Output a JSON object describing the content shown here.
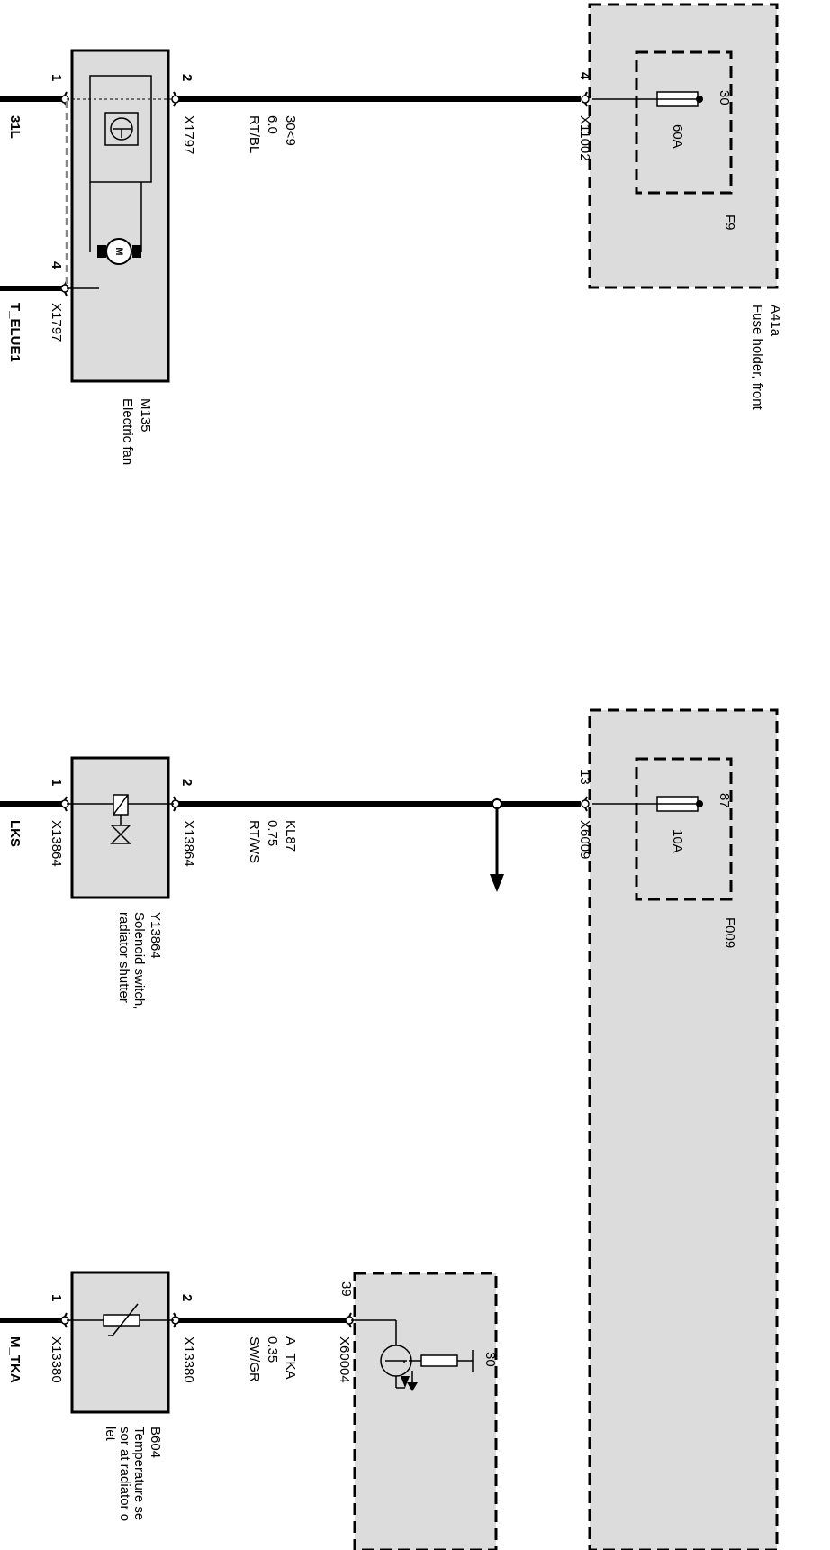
{
  "diagram": {
    "fan": {
      "ground_signal": "31L",
      "pin_left": "1",
      "pin_right": "2",
      "pin_bottom": "4",
      "connector_top": "X1797",
      "connector_bottom": "X1797",
      "control_signal": "T_ELUE1",
      "component_id": "M135",
      "component_name": "Electric fan",
      "wire_id": "30<9",
      "wire_size": "6.0",
      "wire_color": "RT/BL",
      "motor_symbol": "M"
    },
    "fuse_holder": {
      "pin": "4",
      "connector": "X11002",
      "terminal": "30",
      "rating": "60A",
      "fuse_id": "F9",
      "component_id": "A41a",
      "component_name": "Fuse holder, front"
    },
    "solenoid": {
      "ground_signal": "LKS",
      "pin_left": "1",
      "pin_right": "2",
      "connector_left": "X13864",
      "connector_right": "X13864",
      "component_id": "Y13864",
      "name_line1": "Solenoid switch,",
      "name_line2": "radiator shutter",
      "wire_id": "KL87",
      "wire_size": "0.75",
      "wire_color": "RT/WS"
    },
    "fuse_box_2": {
      "pin": "13",
      "connector": "X6009",
      "terminal": "87",
      "rating": "10A",
      "fuse_id": "F009"
    },
    "sensor": {
      "ground_signal": "M_TKA",
      "pin_left": "1",
      "pin_right": "2",
      "connector_left": "X13380",
      "connector_right": "X13380",
      "component_id": "B604",
      "name_line1": "Temperature se",
      "name_line2": "sor at radiator o",
      "name_line3": "let",
      "wire_id": "A_TKA",
      "wire_size": "0.35",
      "wire_color": "SW/GR"
    },
    "control_unit": {
      "pin": "39",
      "connector": "X60004",
      "terminal": "30"
    }
  }
}
